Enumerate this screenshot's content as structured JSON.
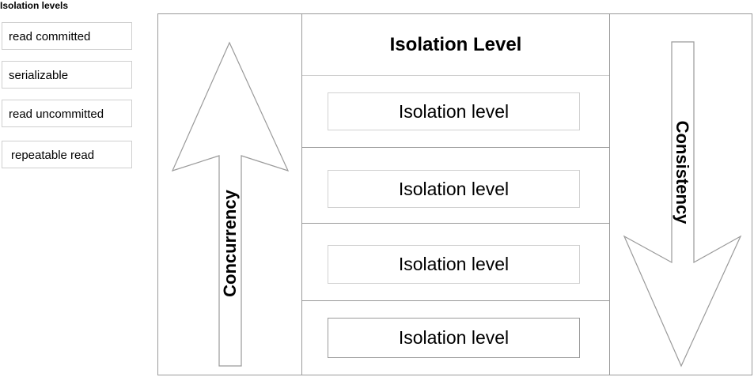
{
  "palette": {
    "title": "Isolation levels",
    "options": [
      "read committed",
      "serializable",
      "read uncommitted",
      "repeatable read"
    ]
  },
  "matrix": {
    "column_title": "Isolation Level",
    "targets": [
      "Isolation level",
      "Isolation level",
      "Isolation level",
      "Isolation level"
    ],
    "left_arrow_label": "Concurrency",
    "right_arrow_label": "Consistency"
  }
}
